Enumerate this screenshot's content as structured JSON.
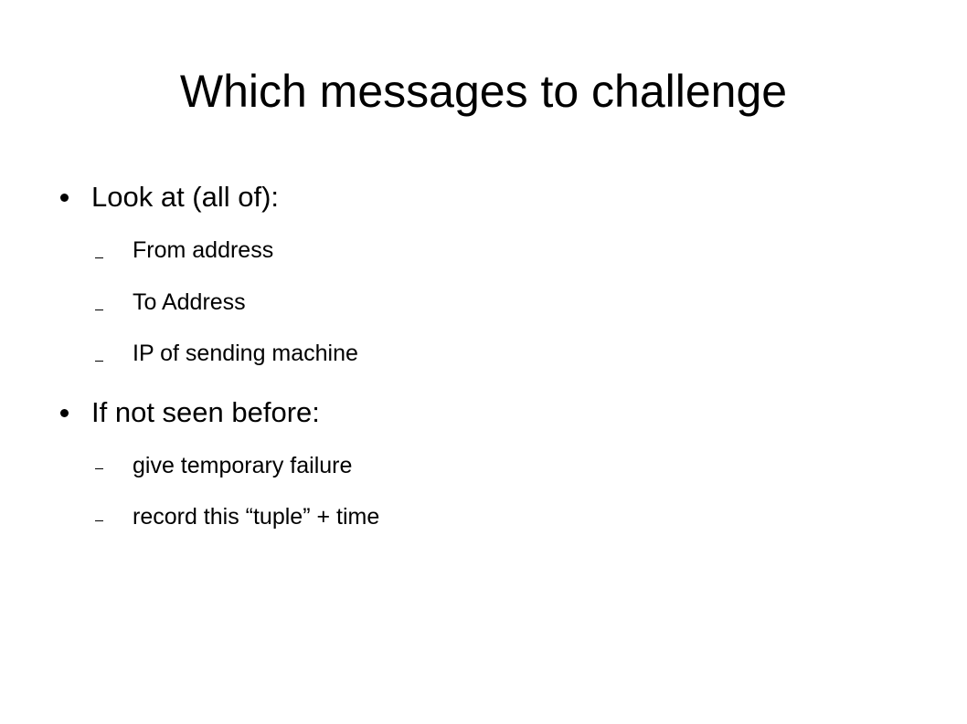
{
  "slide": {
    "title": "Which messages to challenge",
    "items": [
      {
        "text": "Look at (all of):",
        "subitems": [
          {
            "text": "From address"
          },
          {
            "text": "To Address"
          },
          {
            "text": "IP of sending machine"
          }
        ]
      },
      {
        "text": "If not seen before:",
        "subitems": [
          {
            "text": "give temporary failure"
          },
          {
            "text": "record this “tuple” + time"
          }
        ]
      }
    ]
  }
}
